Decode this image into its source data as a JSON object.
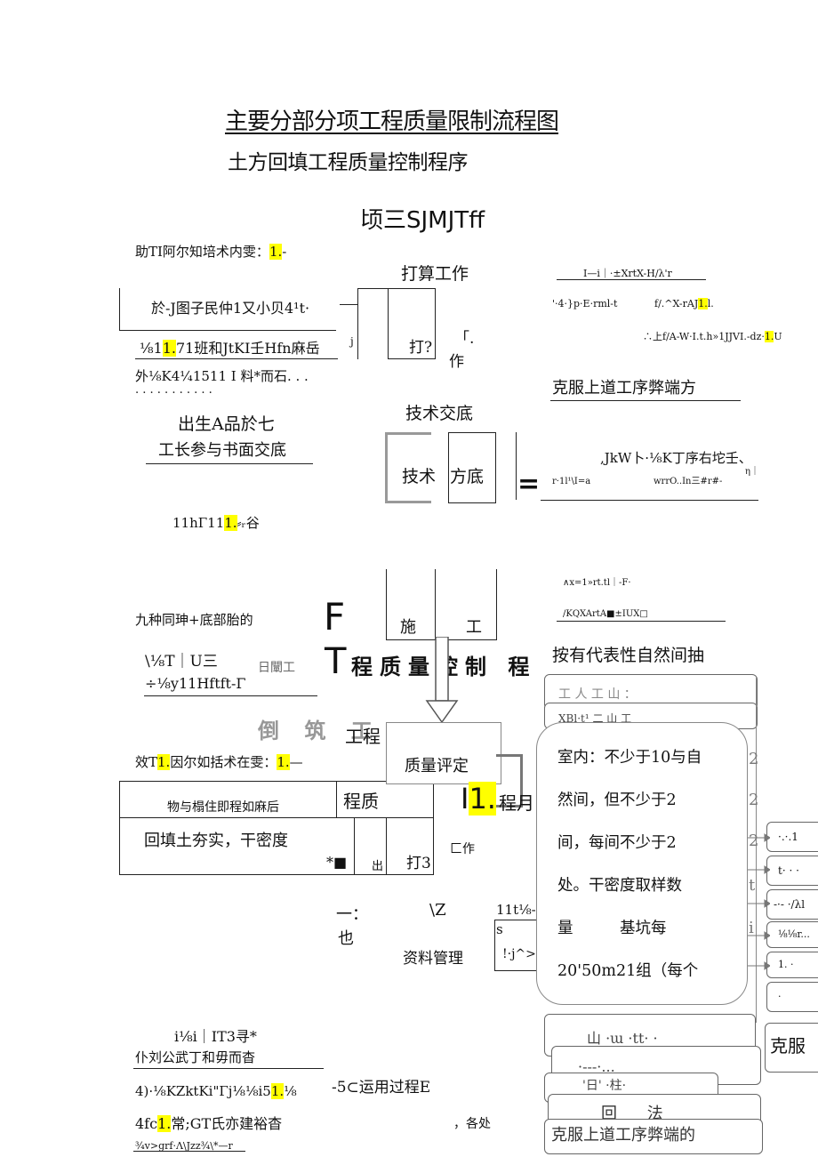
{
  "doc": {
    "title": "主要分部分项工程质量限制流程图",
    "subtitle": "土方回填工程质量控制程序",
    "heading": "顷三SJMJTff"
  },
  "left": {
    "a1": "助TI阿尔知培术内雯：",
    "a1_hl": "1.",
    "a1_tail": "-",
    "a2": "於-J图子民仲1又小贝4¹t·",
    "a3_pre": "⅛1",
    "a3_hl": "1.",
    "a3_post": "71班和JtKI壬Hfn麻岳",
    "a4": "外⅛K4¼1511 I 料*而石. . .",
    "a5": ". . . . . . . . . . .",
    "a6": "出生A品於七",
    "a7": "工长参与书面交底",
    "a8_pre": "11hΓ11",
    "a8_hl": "1.",
    "a8_post": "⸗ᵣ谷",
    "b1": "九种同珅+底部胎的",
    "b2": "\\⅛T｜U三",
    "b3": "÷⅛y11Hftft-Γ",
    "c1_pre": "效T",
    "c1_hl": "1.",
    "c1_mid": "因尔如括术在雯：",
    "c1_hl2": "1.",
    "c1_post": "—",
    "c2": "物与榻住即程如麻后",
    "c3": "回填土夯实，干密度",
    "c4": "*■",
    "d1": "i⅛i｜IT3寻*",
    "d2": "仆刘公武丁和毋而杳",
    "d3_pre": "4)·⅛KZktKi\"Γj⅛⅛i5",
    "d3_hl": "1.",
    "d3_post": "⅛",
    "d4_pre": "4fc",
    "d4_hl": "1.",
    "d4_post": "常;GT氏亦建裕杳",
    "d5": "¾v>grf·Λ\\Jzz¾\\*—r"
  },
  "center": {
    "plan_work": "打算工作",
    "da": "打?",
    "bracket": "「.",
    "zuo": "作",
    "tech_title": "技术交底",
    "tech": "技术",
    "fangdi": "方底",
    "equal": "=",
    "big_f": "F",
    "big_t": "T",
    "shi": "施",
    "gong": "工",
    "banner_small": "日闡工",
    "banner": "程质量控制 程",
    "banner_faded": "倒 筑 工",
    "gongcheng": "工程",
    "quality": "质量评定",
    "cheng_zhi": "程质",
    "chu": "出",
    "da3": "打3",
    "big_hl": "1.",
    "big_pre": "I",
    "chengyue": "程月",
    "gongzuo": "匚作",
    "yi": "一：",
    "ye": "也",
    "vz": "\\Z",
    "ziliao": "资料管理",
    "small1": "11t⅛-",
    "small2": "s",
    "small3": "!·j^>",
    "yunyong": "-5⊂运用过程E",
    "gechu": "，各处"
  },
  "right": {
    "r1": "I—i｜·±XrtX-H/λ'r",
    "r2": "'·4·}p·E·rml-t",
    "r2b_hl": "1.",
    "r2b_pre": "f/.^X-rAJ",
    "r2b_post": "l.",
    "r3_pre": "∴上f/A-W·I.t.h»1JJVI.-dz·",
    "r3_hl": "1.",
    "r3_post": "U",
    "r4": "克服上道工序弊端方",
    "r5": ",JkW卜·⅛K丁序右坨壬、",
    "r5b": "η｜",
    "r6": "r·1l¹\\I=a",
    "r7": "wrrO..In三#r#-",
    "r8": "∧x=1»rt.tl｜-F·",
    "r9": "/KQXArtA■±IUX□",
    "r10": "按有代表性自然间抽",
    "faded1": "工 人 工 山 ：",
    "faded2": "XBl·t¹ 二 山 工",
    "callout": [
      "室内：不少于10与自",
      "然间，但不少于2",
      "间，每间不少于2",
      "处。干密度取样数",
      "量　　　基坑每",
      "20'50m21组（每个"
    ],
    "right_marks": [
      "2",
      "2",
      "2",
      "t",
      "i"
    ],
    "side_box_labels": [
      "·.·.1",
      "t·  · ·",
      "-·-  ·/λl",
      "⅛⅛r...",
      "1.  ·",
      "  ·"
    ],
    "kefu": "克服",
    "stack_labels": [
      "山 ·ɯ  ·tt· ·",
      "·---·...",
      "'日'  ·柱·",
      "回  法",
      "克服上道工序弊端的"
    ]
  }
}
